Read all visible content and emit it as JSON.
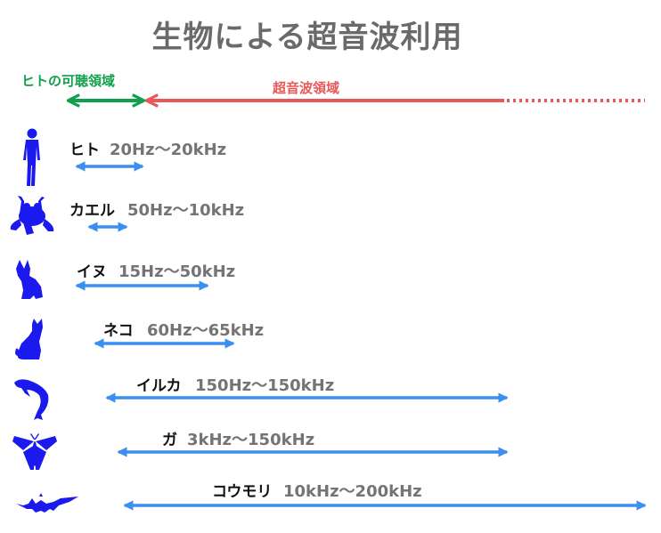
{
  "title": "生物による超音波利用",
  "regions": {
    "human_audible": {
      "label": "ヒトの可聴領域",
      "color": "#10a04c"
    },
    "ultrasonic": {
      "label": "超音波領域",
      "color": "#e85858"
    }
  },
  "colors": {
    "arrow": "#3a8ff0",
    "silhouette": "#1a1aee",
    "range_text": "#747474"
  },
  "animals": [
    {
      "id": "human",
      "name": "ヒト",
      "range": "20Hz～20kHz",
      "icon": "human-silhouette-icon"
    },
    {
      "id": "frog",
      "name": "カエル",
      "range": "50Hz～10kHz",
      "icon": "frog-silhouette-icon"
    },
    {
      "id": "dog",
      "name": "イヌ",
      "range": "15Hz～50kHz",
      "icon": "dog-silhouette-icon"
    },
    {
      "id": "cat",
      "name": "ネコ",
      "range": "60Hz～65kHz",
      "icon": "cat-silhouette-icon"
    },
    {
      "id": "dolphin",
      "name": "イルカ",
      "range": "150Hz～150kHz",
      "icon": "dolphin-silhouette-icon"
    },
    {
      "id": "moth",
      "name": "ガ",
      "range": "3kHz～150kHz",
      "icon": "moth-silhouette-icon"
    },
    {
      "id": "bat",
      "name": "コウモリ",
      "range": "10kHz～200kHz",
      "icon": "bat-silhouette-icon"
    }
  ]
}
